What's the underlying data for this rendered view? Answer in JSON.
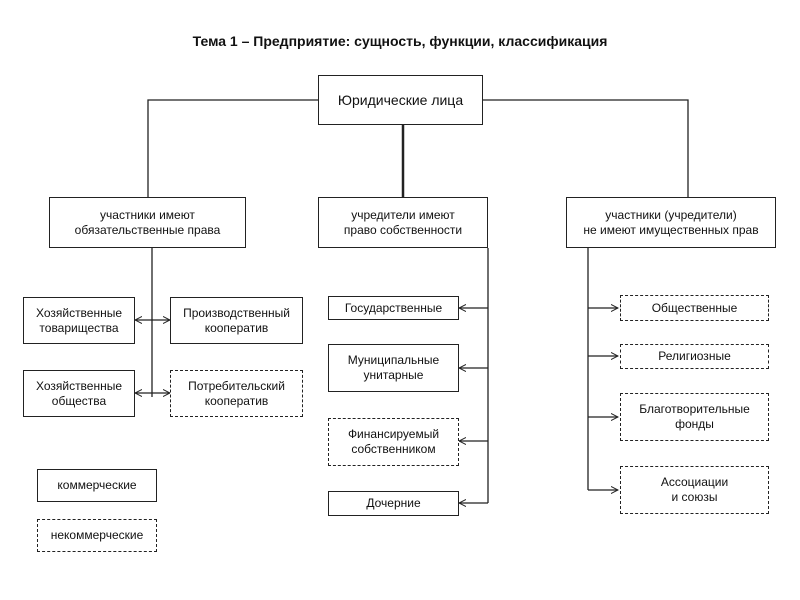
{
  "title": "Тема 1 – Предприятие: сущность, функции, классификация",
  "root": "Юридические лица",
  "categories": {
    "obligatory": "участники имеют\nобязательственные права",
    "ownership": "учредители имеют\nправо собственности",
    "none": "участники (учредители)\nне имеют имущественных прав"
  },
  "left": {
    "partnerships": "Хозяйственные\nтоварищества",
    "societies": "Хозяйственные\nобщества",
    "production_coop": "Производственный\nкооператив",
    "consumer_coop": "Потребительский\nкооператив"
  },
  "middle": {
    "state": "Государственные",
    "municipal": "Муниципальные\nунитарные",
    "financed": "Финансируемый\nсобственником",
    "subsidiary": "Дочерние"
  },
  "right": {
    "public": "Общественные",
    "religious": "Религиозные",
    "charity": "Благотворительные\nфонды",
    "associations": "Ассоциации\nи союзы"
  },
  "legend": {
    "commercial": "коммерческие",
    "noncommercial": "некоммерческие"
  }
}
